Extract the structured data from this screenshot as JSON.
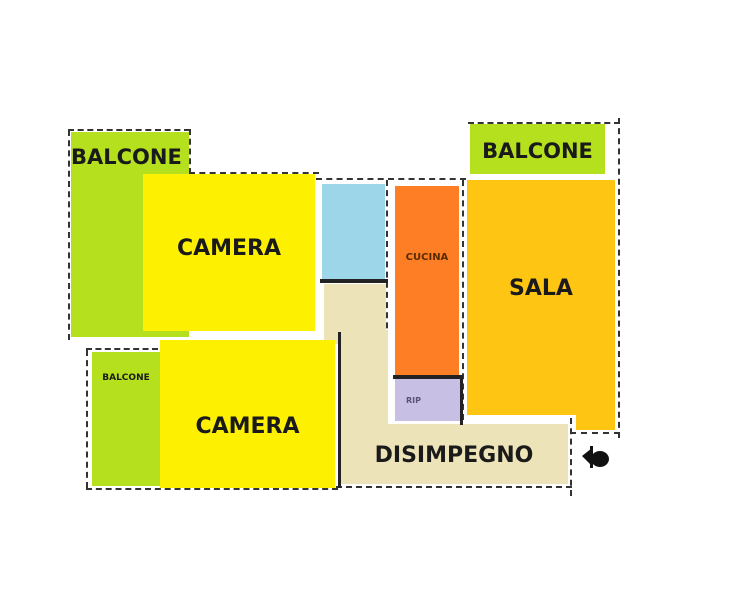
{
  "plan": {
    "rooms": [
      {
        "id": "balcone-nw",
        "label": "BALCONE",
        "color": "#b4e01e"
      },
      {
        "id": "camera-1",
        "label": "CAMERA",
        "color": "#fdf000"
      },
      {
        "id": "bagno",
        "label": "",
        "color": "#9dd6e8"
      },
      {
        "id": "cucina",
        "label": "CUCINA",
        "color": "#fd7e24"
      },
      {
        "id": "balcone-ne",
        "label": "BALCONE",
        "color": "#b4e01e"
      },
      {
        "id": "sala",
        "label": "SALA",
        "color": "#fec512"
      },
      {
        "id": "rip",
        "label": "RIP",
        "color": "#c8bfe4"
      },
      {
        "id": "balcone-sw",
        "label": "BALCONE",
        "color": "#b4e01e"
      },
      {
        "id": "camera-2",
        "label": "CAMERA",
        "color": "#fdf000"
      },
      {
        "id": "disimpegno",
        "label": "DISIMPEGNO",
        "color": "#ede3b8"
      }
    ],
    "entrance_symbol": "entrance-arrow-icon"
  }
}
